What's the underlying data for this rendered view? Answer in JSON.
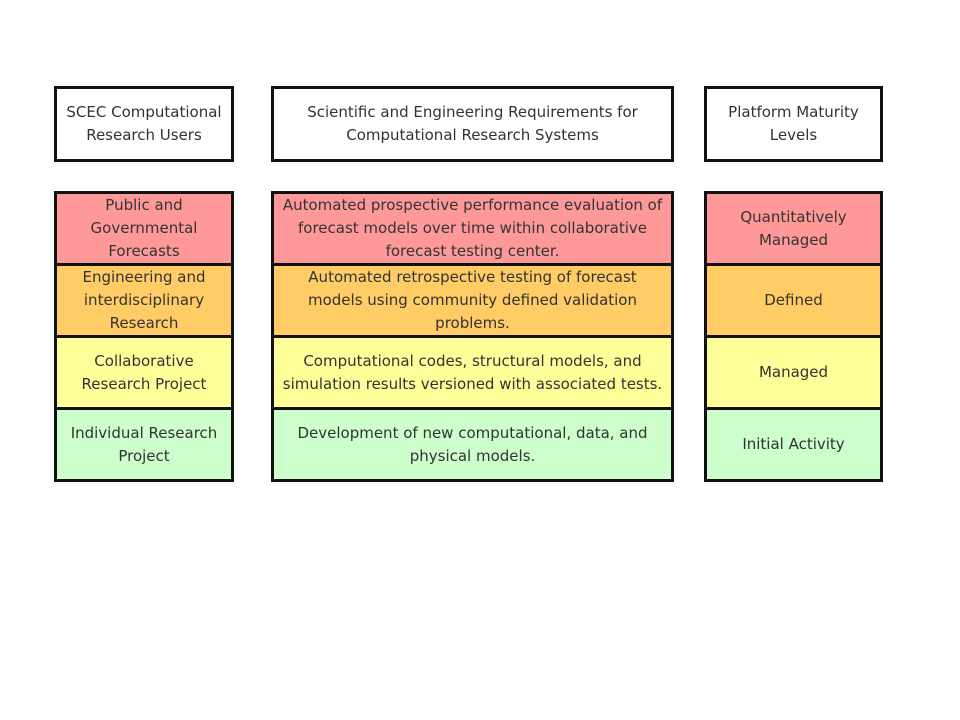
{
  "columns": {
    "users": {
      "header": "SCEC Computational Research Users"
    },
    "requirements": {
      "header": "Scientific and Engineering Requirements for Computational Research Systems"
    },
    "maturity": {
      "header": "Platform Maturity Levels"
    }
  },
  "levels": [
    {
      "color": "#ff9999",
      "user": "Public and Governmental Forecasts",
      "requirement": "Automated prospective performance evaluation of forecast models over time within collaborative forecast testing center.",
      "maturity": "Quantitatively Managed"
    },
    {
      "color": "#ffcc66",
      "user": "Engineering and interdisciplinary Research",
      "requirement": "Automated retrospective testing of forecast models using community defined validation problems.",
      "maturity": "Defined"
    },
    {
      "color": "#ffff99",
      "user": "Collaborative Research Project",
      "requirement": "Computational codes, structural models, and simulation results versioned with associated tests.",
      "maturity": "Managed"
    },
    {
      "color": "#ccffcc",
      "user": "Individual Research Project",
      "requirement": "Development of new computational, data, and physical models.",
      "maturity": "Initial Activity"
    }
  ]
}
